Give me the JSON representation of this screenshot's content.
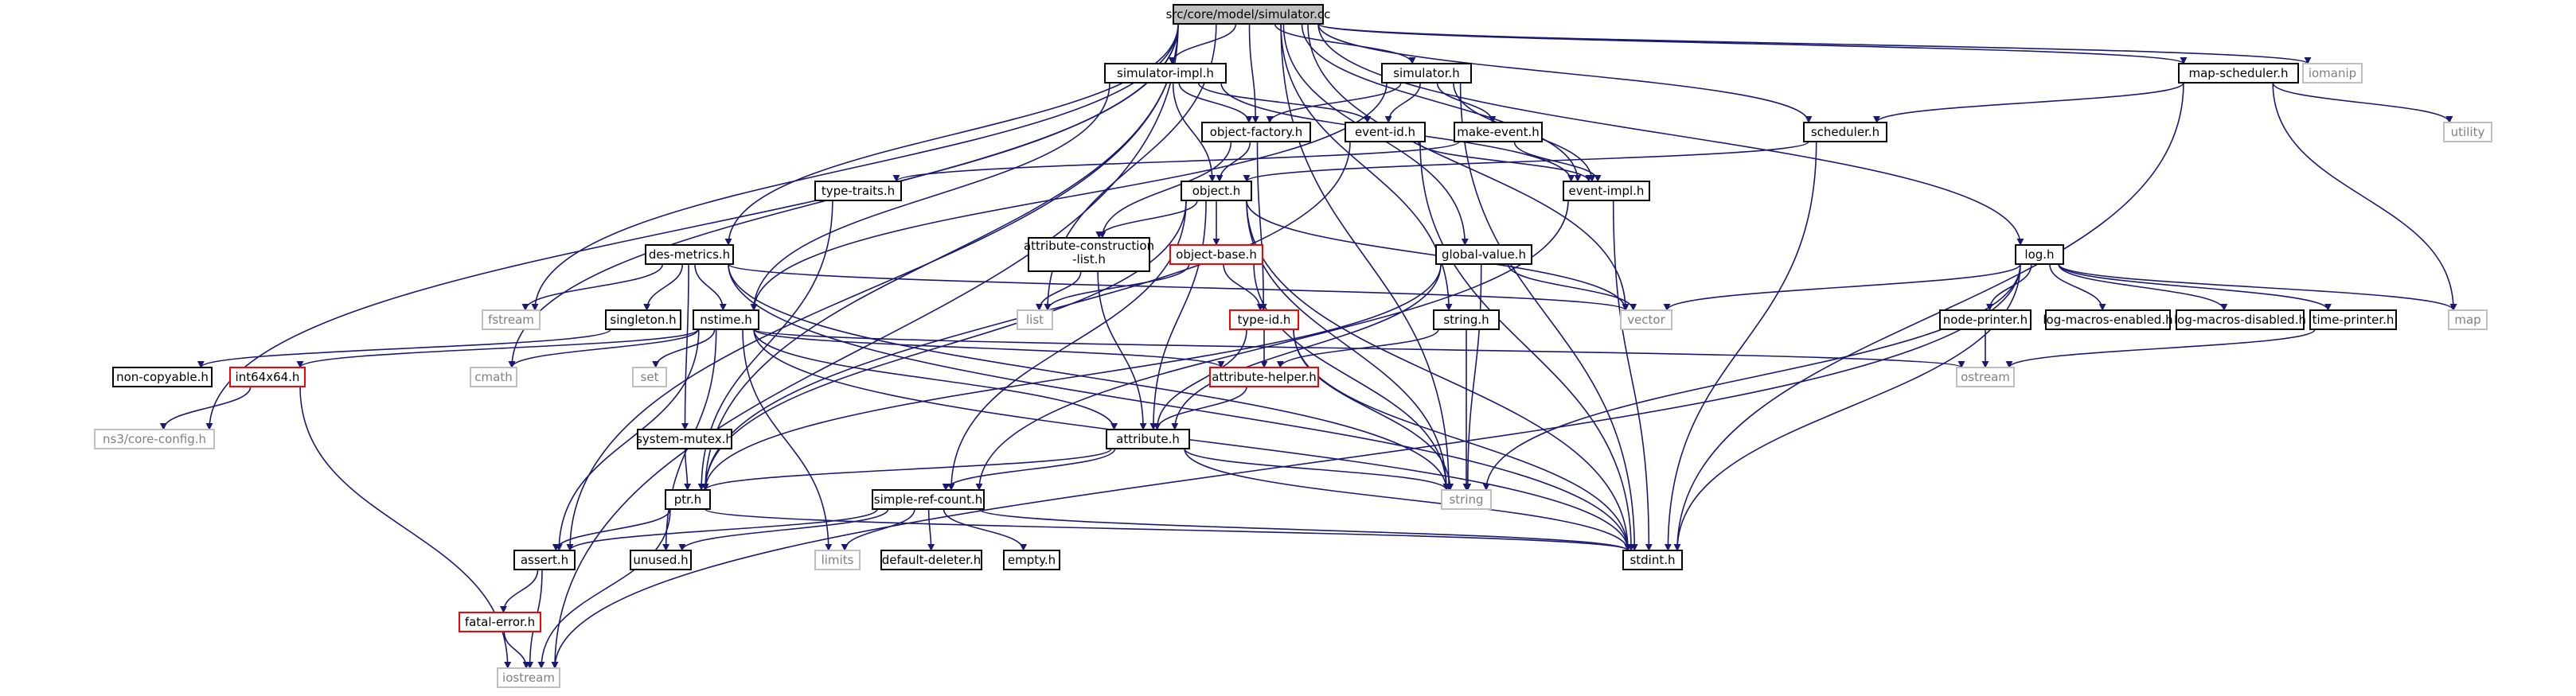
{
  "graph": {
    "root": "src/core/model/simulator.cc",
    "nodes": [
      {
        "id": "root",
        "label": "src/core/model/simulator.cc",
        "style": "root"
      },
      {
        "id": "simimpl",
        "label": "simulator-impl.h",
        "style": "normal"
      },
      {
        "id": "simh",
        "label": "simulator.h",
        "style": "normal"
      },
      {
        "id": "iomanip",
        "label": "iomanip",
        "style": "sys"
      },
      {
        "id": "mapsched",
        "label": "map-scheduler.h",
        "style": "normal"
      },
      {
        "id": "utility",
        "label": "utility",
        "style": "sys"
      },
      {
        "id": "objfact",
        "label": "object-factory.h",
        "style": "normal"
      },
      {
        "id": "eventid",
        "label": "event-id.h",
        "style": "normal"
      },
      {
        "id": "makeevent",
        "label": "make-event.h",
        "style": "normal"
      },
      {
        "id": "scheduler",
        "label": "scheduler.h",
        "style": "normal"
      },
      {
        "id": "typetraits",
        "label": "type-traits.h",
        "style": "normal"
      },
      {
        "id": "objecth",
        "label": "object.h",
        "style": "normal"
      },
      {
        "id": "eventimpl",
        "label": "event-impl.h",
        "style": "normal"
      },
      {
        "id": "attrcons",
        "label": "attribute-construction\n-list.h",
        "style": "normal"
      },
      {
        "id": "objbase",
        "label": "object-base.h",
        "style": "red"
      },
      {
        "id": "globalval",
        "label": "global-value.h",
        "style": "normal"
      },
      {
        "id": "logh",
        "label": "log.h",
        "style": "normal"
      },
      {
        "id": "desmetrics",
        "label": "des-metrics.h",
        "style": "normal"
      },
      {
        "id": "fstream",
        "label": "fstream",
        "style": "sys"
      },
      {
        "id": "singleton",
        "label": "singleton.h",
        "style": "normal"
      },
      {
        "id": "nstime",
        "label": "nstime.h",
        "style": "normal"
      },
      {
        "id": "list",
        "label": "list",
        "style": "sys"
      },
      {
        "id": "typeid",
        "label": "type-id.h",
        "style": "red"
      },
      {
        "id": "stringh",
        "label": "string.h",
        "style": "normal"
      },
      {
        "id": "vector",
        "label": "vector",
        "style": "sys"
      },
      {
        "id": "nodeprinter",
        "label": "node-printer.h",
        "style": "normal"
      },
      {
        "id": "logmacen",
        "label": "log-macros-enabled.h",
        "style": "normal"
      },
      {
        "id": "logmacdis",
        "label": "log-macros-disabled.h",
        "style": "normal"
      },
      {
        "id": "timeprinter",
        "label": "time-printer.h",
        "style": "normal"
      },
      {
        "id": "map",
        "label": "map",
        "style": "sys"
      },
      {
        "id": "noncopy",
        "label": "non-copyable.h",
        "style": "normal"
      },
      {
        "id": "int64",
        "label": "int64x64.h",
        "style": "red"
      },
      {
        "id": "cmath",
        "label": "cmath",
        "style": "sys"
      },
      {
        "id": "set",
        "label": "set",
        "style": "sys"
      },
      {
        "id": "attrhelper",
        "label": "attribute-helper.h",
        "style": "red"
      },
      {
        "id": "ostream",
        "label": "ostream",
        "style": "sys"
      },
      {
        "id": "nscoreconfig",
        "label": "ns3/core-config.h",
        "style": "sys"
      },
      {
        "id": "sysmutex",
        "label": "system-mutex.h",
        "style": "normal"
      },
      {
        "id": "attributeh",
        "label": "attribute.h",
        "style": "normal"
      },
      {
        "id": "ptrh",
        "label": "ptr.h",
        "style": "normal"
      },
      {
        "id": "simplerefcount",
        "label": "simple-ref-count.h",
        "style": "normal"
      },
      {
        "id": "stringsys",
        "label": "string",
        "style": "sys"
      },
      {
        "id": "asserth",
        "label": "assert.h",
        "style": "normal"
      },
      {
        "id": "unusedh",
        "label": "unused.h",
        "style": "normal"
      },
      {
        "id": "limits",
        "label": "limits",
        "style": "sys"
      },
      {
        "id": "defdel",
        "label": "default-deleter.h",
        "style": "normal"
      },
      {
        "id": "emptyh",
        "label": "empty.h",
        "style": "normal"
      },
      {
        "id": "stdint",
        "label": "stdint.h",
        "style": "normal"
      },
      {
        "id": "fatalerror",
        "label": "fatal-error.h",
        "style": "red"
      },
      {
        "id": "iostream",
        "label": "iostream",
        "style": "sys"
      }
    ],
    "edges": [
      [
        "root",
        "simimpl"
      ],
      [
        "root",
        "simh"
      ],
      [
        "root",
        "iomanip"
      ],
      [
        "root",
        "mapsched"
      ],
      [
        "root",
        "objfact"
      ],
      [
        "root",
        "scheduler"
      ],
      [
        "root",
        "eventimpl"
      ],
      [
        "root",
        "logh"
      ],
      [
        "root",
        "desmetrics"
      ],
      [
        "root",
        "fstream"
      ],
      [
        "root",
        "list"
      ],
      [
        "root",
        "stringh"
      ],
      [
        "root",
        "vector"
      ],
      [
        "root",
        "cmath"
      ],
      [
        "root",
        "ptrh"
      ],
      [
        "root",
        "asserth"
      ],
      [
        "root",
        "iostream"
      ],
      [
        "root",
        "nscoreconfig"
      ],
      [
        "root",
        "globalval"
      ],
      [
        "root",
        "stringsys"
      ],
      [
        "simimpl",
        "objfact"
      ],
      [
        "simimpl",
        "eventid"
      ],
      [
        "simimpl",
        "eventimpl"
      ],
      [
        "simimpl",
        "objecth"
      ],
      [
        "simimpl",
        "nstime"
      ],
      [
        "simh",
        "eventid"
      ],
      [
        "simh",
        "makeevent"
      ],
      [
        "simh",
        "eventimpl"
      ],
      [
        "simh",
        "objfact"
      ],
      [
        "simh",
        "nstime"
      ],
      [
        "simh",
        "stdint"
      ],
      [
        "mapsched",
        "scheduler"
      ],
      [
        "mapsched",
        "utility"
      ],
      [
        "mapsched",
        "map"
      ],
      [
        "mapsched",
        "stdint"
      ],
      [
        "objfact",
        "objecth"
      ],
      [
        "objfact",
        "attrcons"
      ],
      [
        "objfact",
        "typeid"
      ],
      [
        "eventid",
        "eventimpl"
      ],
      [
        "eventid",
        "ptrh"
      ],
      [
        "eventid",
        "stdint"
      ],
      [
        "makeevent",
        "eventimpl"
      ],
      [
        "makeevent",
        "typetraits"
      ],
      [
        "scheduler",
        "objecth"
      ],
      [
        "scheduler",
        "stdint"
      ],
      [
        "typetraits",
        "ptrh"
      ],
      [
        "objecth",
        "attrcons"
      ],
      [
        "objecth",
        "objbase"
      ],
      [
        "objecth",
        "attributeh"
      ],
      [
        "objecth",
        "ptrh"
      ],
      [
        "objecth",
        "simplerefcount"
      ],
      [
        "objecth",
        "stdint"
      ],
      [
        "objecth",
        "vector"
      ],
      [
        "objecth",
        "stringsys"
      ],
      [
        "eventimpl",
        "simplerefcount"
      ],
      [
        "eventimpl",
        "stdint"
      ],
      [
        "attrcons",
        "attributeh"
      ],
      [
        "attrcons",
        "list"
      ],
      [
        "objbase",
        "typeid"
      ],
      [
        "objbase",
        "stringsys"
      ],
      [
        "objbase",
        "list"
      ],
      [
        "typeid",
        "attrhelper"
      ],
      [
        "typeid",
        "attributeh"
      ],
      [
        "typeid",
        "stringsys"
      ],
      [
        "typeid",
        "stdint"
      ],
      [
        "globalval",
        "ptrh"
      ],
      [
        "globalval",
        "attributeh"
      ],
      [
        "globalval",
        "stringsys"
      ],
      [
        "globalval",
        "vector"
      ],
      [
        "logh",
        "nodeprinter"
      ],
      [
        "logh",
        "logmacen"
      ],
      [
        "logh",
        "logmacdis"
      ],
      [
        "logh",
        "timeprinter"
      ],
      [
        "logh",
        "vector"
      ],
      [
        "logh",
        "map"
      ],
      [
        "logh",
        "stringsys"
      ],
      [
        "logh",
        "stdint"
      ],
      [
        "logh",
        "iostream"
      ],
      [
        "desmetrics",
        "fstream"
      ],
      [
        "desmetrics",
        "singleton"
      ],
      [
        "desmetrics",
        "nstime"
      ],
      [
        "desmetrics",
        "vector"
      ],
      [
        "desmetrics",
        "sysmutex"
      ],
      [
        "desmetrics",
        "stringsys"
      ],
      [
        "desmetrics",
        "stdint"
      ],
      [
        "singleton",
        "noncopy"
      ],
      [
        "nstime",
        "int64"
      ],
      [
        "nstime",
        "cmath"
      ],
      [
        "nstime",
        "set"
      ],
      [
        "nstime",
        "attrhelper"
      ],
      [
        "nstime",
        "attributeh"
      ],
      [
        "nstime",
        "ostream"
      ],
      [
        "nstime",
        "asserth"
      ],
      [
        "nstime",
        "unusedh"
      ],
      [
        "nstime",
        "limits"
      ],
      [
        "nstime",
        "stdint"
      ],
      [
        "stringh",
        "attrhelper"
      ],
      [
        "stringh",
        "stringsys"
      ],
      [
        "nodeprinter",
        "ostream"
      ],
      [
        "timeprinter",
        "ostream"
      ],
      [
        "int64",
        "nscoreconfig"
      ],
      [
        "int64",
        "iostream"
      ],
      [
        "attrhelper",
        "attributeh"
      ],
      [
        "sysmutex",
        "ptrh"
      ],
      [
        "attributeh",
        "ptrh"
      ],
      [
        "attributeh",
        "simplerefcount"
      ],
      [
        "attributeh",
        "stringsys"
      ],
      [
        "attributeh",
        "stdint"
      ],
      [
        "ptrh",
        "asserth"
      ],
      [
        "ptrh",
        "iostream"
      ],
      [
        "ptrh",
        "stdint"
      ],
      [
        "simplerefcount",
        "asserth"
      ],
      [
        "simplerefcount",
        "unusedh"
      ],
      [
        "simplerefcount",
        "limits"
      ],
      [
        "simplerefcount",
        "defdel"
      ],
      [
        "simplerefcount",
        "emptyh"
      ],
      [
        "simplerefcount",
        "stdint"
      ],
      [
        "asserth",
        "fatalerror"
      ],
      [
        "asserth",
        "iostream"
      ],
      [
        "fatalerror",
        "iostream"
      ]
    ]
  },
  "colors": {
    "edge": "#191970",
    "node_border": "#000000",
    "root_fill": "#bfbfbf",
    "red_border": "#ff0000",
    "sys_border": "#bfbfbf",
    "sys_text": "#808080",
    "text": "#000000"
  }
}
